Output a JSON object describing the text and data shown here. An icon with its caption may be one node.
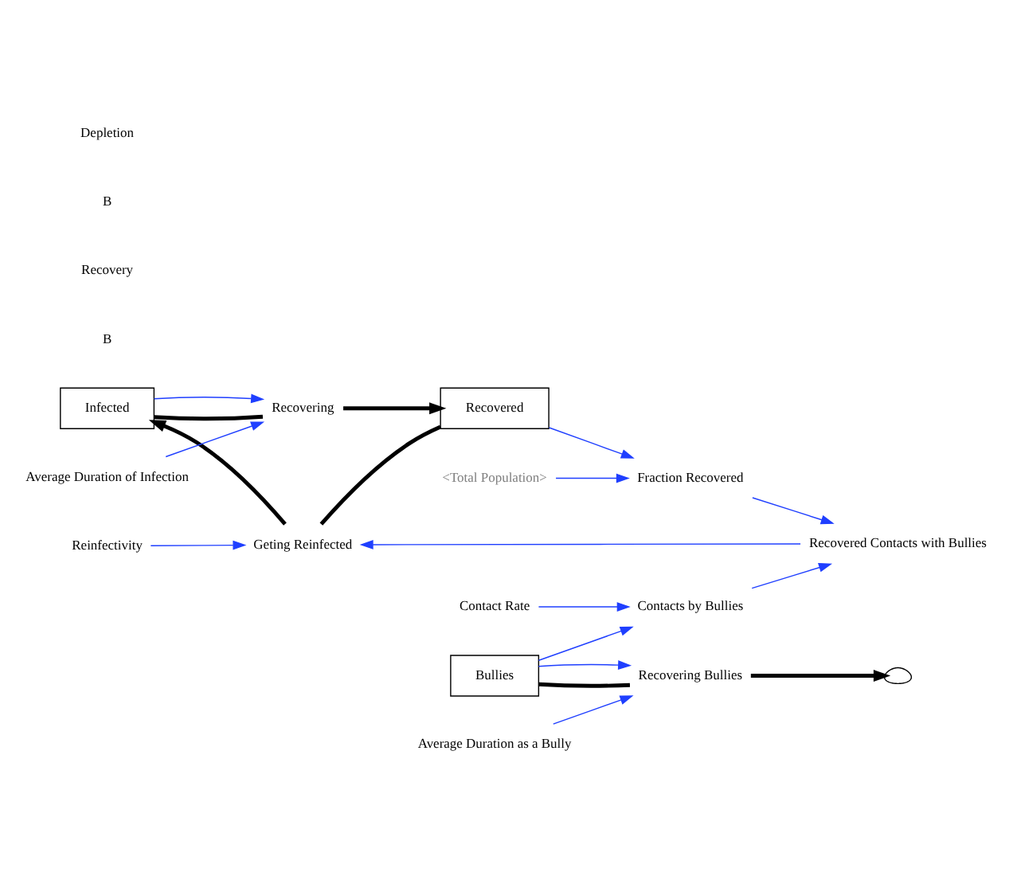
{
  "diagram": {
    "nodes": [
      {
        "text": [
          "Infected"
        ]
      },
      {
        "text": [
          "Recovered"
        ]
      },
      {
        "text": [
          "Recovering"
        ]
      },
      {
        "text": [
          "Geting Reinfected"
        ]
      },
      {
        "text": [
          "Average Duration of Infection"
        ]
      },
      {
        "text": [
          "Reinfectivity"
        ]
      },
      {
        "text": [
          "Recovered Contacts with Bullies"
        ]
      },
      {
        "text": [
          "Fraction Recovered"
        ]
      },
      {
        "text": [
          "<Total Population>"
        ]
      },
      {
        "text": [
          "Contacts by Bullies"
        ]
      },
      {
        "text": [
          "Contact Rate"
        ]
      },
      {
        "text": [
          "Bullies"
        ]
      },
      {
        "text": [
          "Recovering Bullies"
        ]
      },
      {
        "text": [
          "Average Duration as a Bully"
        ]
      },
      {
        "text": [],
        "shape": "cloud"
      }
    ],
    "edges": [
      {
        "from": 0,
        "to": 2,
        "arrow": "none",
        "style": "thick",
        "color": "#000000"
      },
      {
        "from": 2,
        "to": 1,
        "arrow": "to",
        "style": "thick",
        "color": "#000000"
      },
      {
        "from": 1,
        "to": 3,
        "arrow": "none",
        "style": "thick",
        "color": "#000000"
      },
      {
        "from": 3,
        "to": 0,
        "arrow": "to",
        "style": "thick",
        "color": "#000000"
      },
      {
        "from": 11,
        "to": 12,
        "arrow": "none",
        "style": "thick",
        "color": "#000000"
      },
      {
        "from": 12,
        "to": 14,
        "arrow": "to",
        "style": "thick",
        "color": "#000000"
      },
      {
        "from": 0,
        "to": 2,
        "arrow": "to"
      },
      {
        "from": 4,
        "to": 2,
        "arrow": "to"
      },
      {
        "from": 1,
        "to": 7,
        "arrow": "to"
      },
      {
        "from": 8,
        "to": 7,
        "arrow": "to"
      },
      {
        "from": 7,
        "to": 6,
        "arrow": "to"
      },
      {
        "from": 9,
        "to": 6,
        "arrow": "to"
      },
      {
        "from": 6,
        "to": 3,
        "arrow": "to"
      },
      {
        "from": 5,
        "to": 3,
        "arrow": "to"
      },
      {
        "from": 10,
        "to": 9,
        "arrow": "to"
      },
      {
        "from": 11,
        "to": 9,
        "arrow": "to"
      },
      {
        "from": 11,
        "to": 12,
        "arrow": "to"
      },
      {
        "from": 13,
        "to": 12,
        "arrow": "to"
      }
    ],
    "labels": [
      "B",
      "Recovery",
      "B",
      "Depletion"
    ]
  }
}
